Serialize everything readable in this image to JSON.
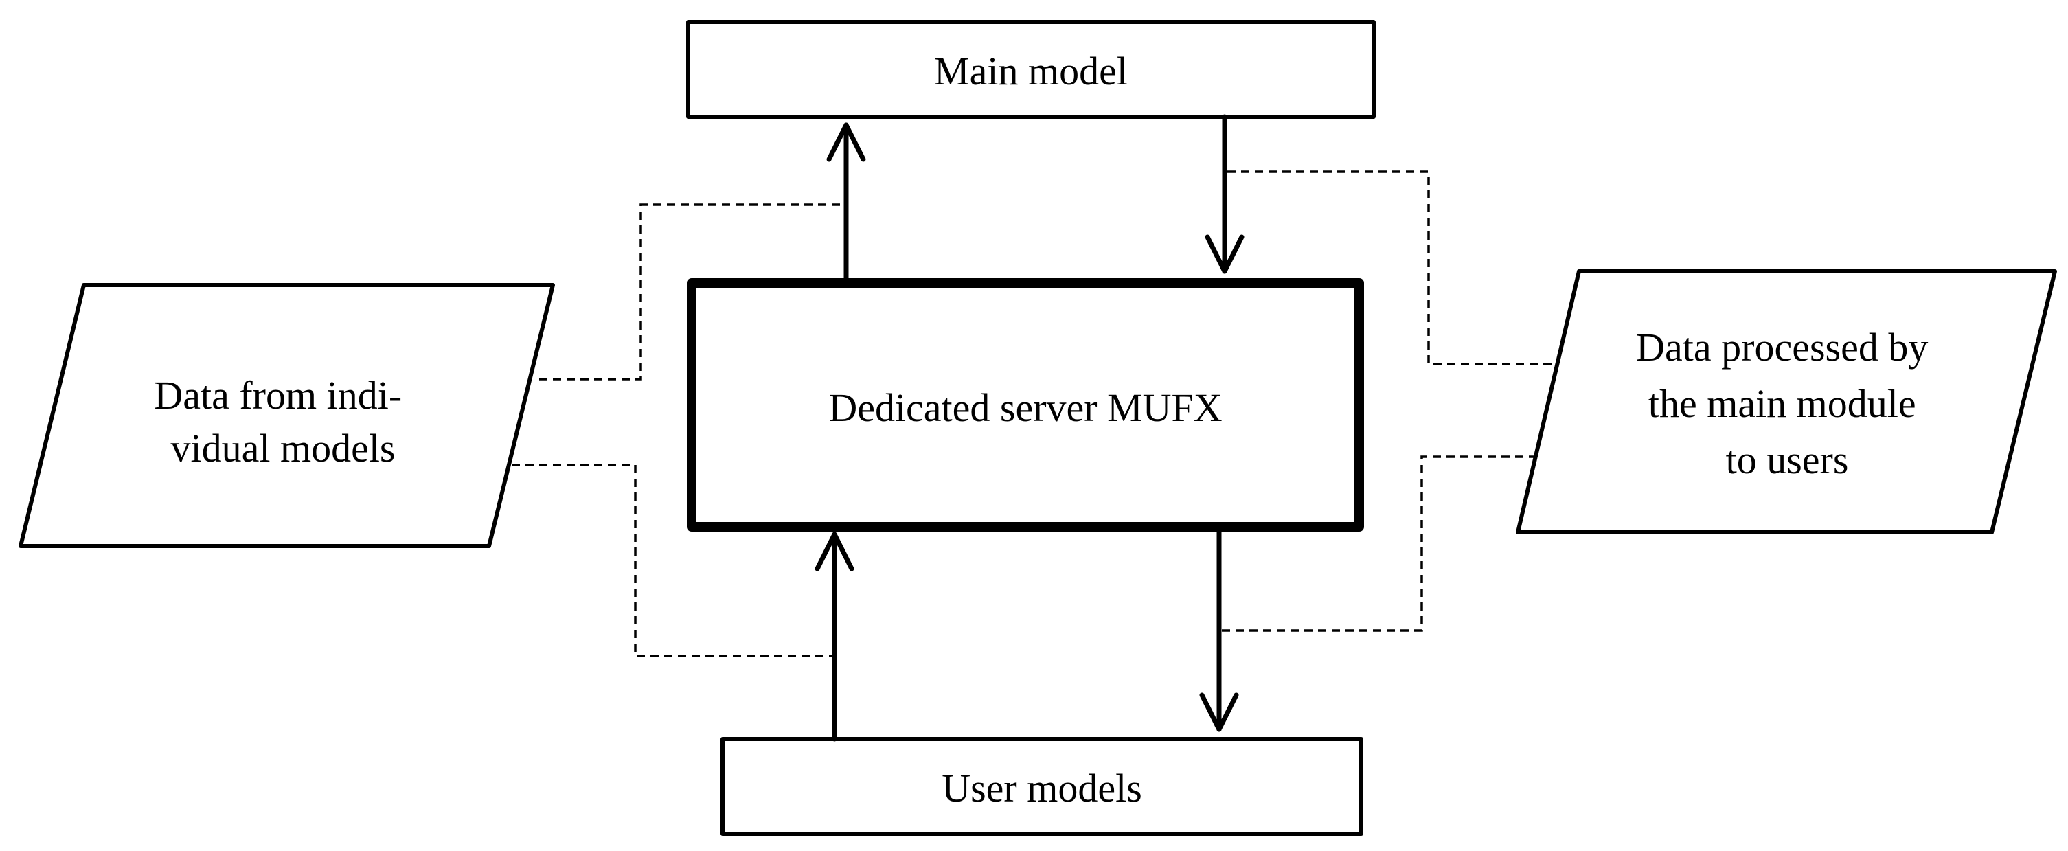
{
  "nodes": {
    "main_model": {
      "label": "Main model"
    },
    "server": {
      "label": "Dedicated server MUFX"
    },
    "user_models": {
      "label": "User models"
    },
    "data_in": {
      "lines": [
        "Data from indi-",
        "vidual models"
      ]
    },
    "data_out": {
      "lines": [
        "Data processed by",
        "the main module",
        "to users"
      ]
    }
  },
  "colors": {
    "stroke": "#000000",
    "background": "#ffffff"
  }
}
